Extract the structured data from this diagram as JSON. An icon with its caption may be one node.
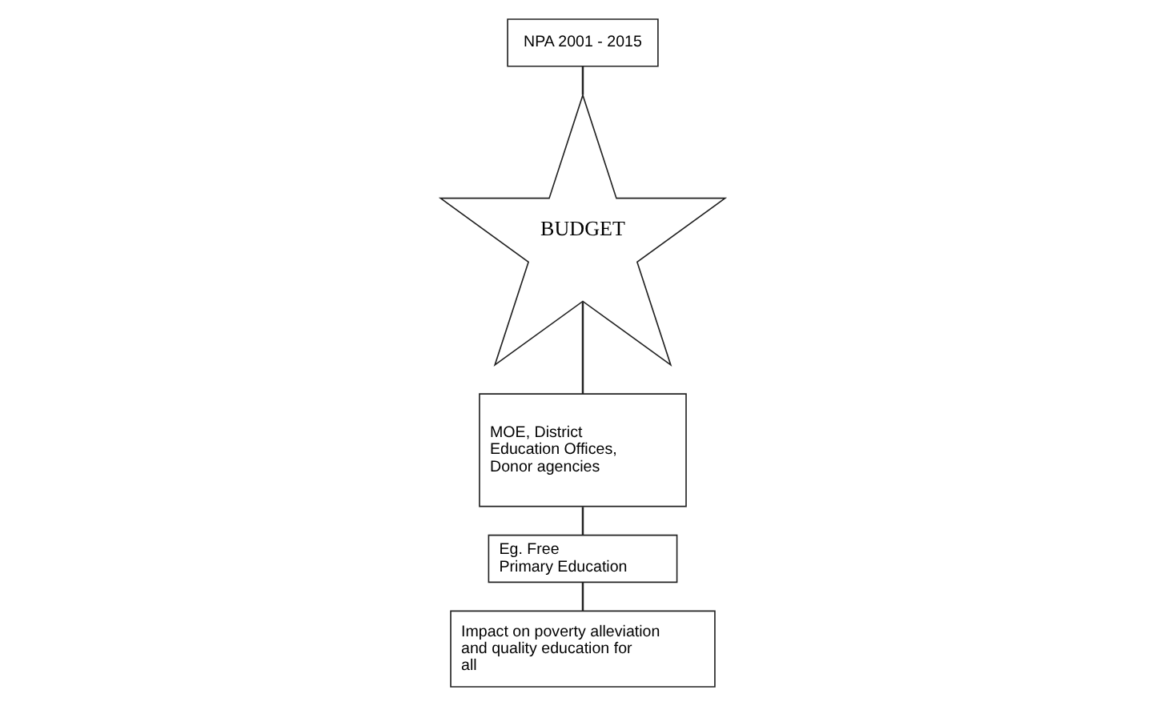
{
  "diagram": {
    "nodes": [
      {
        "text": [
          "NPA 2001 - 2015"
        ]
      },
      {
        "text": [
          "BUDGET"
        ]
      },
      {
        "text": [
          "MOE, District Education Offices, Donor agencies"
        ]
      },
      {
        "text": [
          "Eg. Free Primary Education"
        ]
      },
      {
        "text": [
          "Impact on poverty alleviation and quality education for all"
        ]
      }
    ],
    "edges": [
      {
        "from": 0,
        "to": 1,
        "arrow": "none"
      },
      {
        "from": 1,
        "to": 2,
        "arrow": "none"
      },
      {
        "from": 2,
        "to": 3,
        "arrow": "none"
      },
      {
        "from": 3,
        "to": 4,
        "arrow": "none"
      }
    ]
  }
}
